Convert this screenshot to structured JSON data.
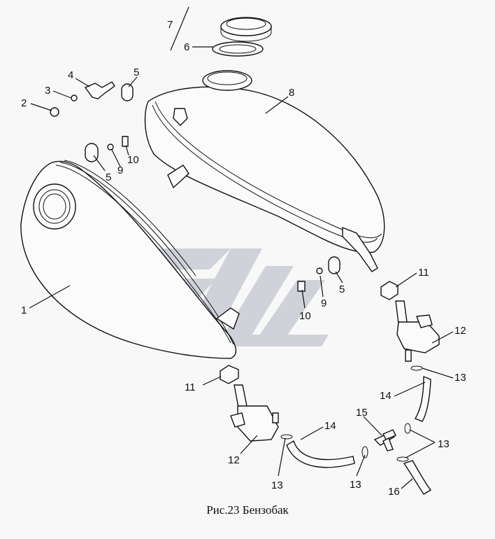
{
  "caption": "Рис.23  Бензобак",
  "watermark_color": "#c9ccd4",
  "callouts": [
    "1",
    "2",
    "3",
    "4",
    "5",
    "5",
    "5",
    "6",
    "7",
    "8",
    "9",
    "9",
    "10",
    "10",
    "11",
    "11",
    "12",
    "12",
    "13",
    "13",
    "13",
    "13",
    "14",
    "14",
    "15",
    "16"
  ]
}
